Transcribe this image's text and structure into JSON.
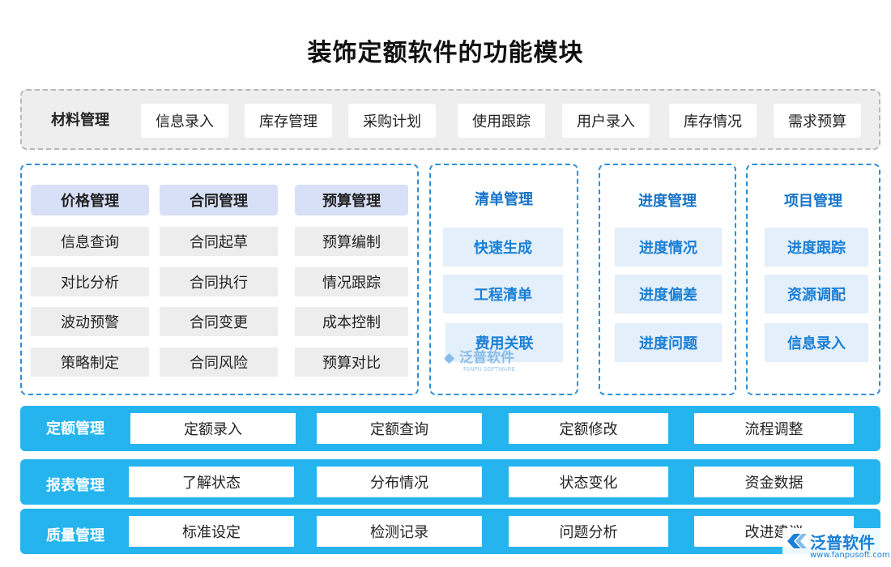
{
  "title": "装饰定额软件的功能模块",
  "materials": {
    "label": "材料管理",
    "items": [
      "信息录入",
      "库存管理",
      "采购计划",
      "使用跟踪",
      "用户录入",
      "库存情况",
      "需求预算"
    ]
  },
  "grid": {
    "headers": [
      "价格管理",
      "合同管理",
      "预算管理"
    ],
    "columns": [
      [
        "信息查询",
        "对比分析",
        "波动预警",
        "策略制定"
      ],
      [
        "合同起草",
        "合同执行",
        "合同变更",
        "合同风险"
      ],
      [
        "预算编制",
        "情况跟踪",
        "成本控制",
        "预算对比"
      ]
    ]
  },
  "panels": [
    {
      "title": "清单管理",
      "items": [
        "快速生成",
        "工程清单",
        "费用关联"
      ]
    },
    {
      "title": "进度管理",
      "items": [
        "进度情况",
        "进度偏差",
        "进度问题"
      ]
    },
    {
      "title": "项目管理",
      "items": [
        "进度跟踪",
        "资源调配",
        "信息录入"
      ]
    }
  ],
  "bars": [
    {
      "label": "定额管理",
      "items": [
        "定额录入",
        "定额查询",
        "定额修改",
        "流程调整"
      ]
    },
    {
      "label": "报表管理",
      "items": [
        "了解状态",
        "分布情况",
        "状态变化",
        "资金数据"
      ]
    },
    {
      "label": "质量管理",
      "items": [
        "标准设定",
        "检测记录",
        "问题分析",
        "改进建议"
      ]
    }
  ],
  "watermark": {
    "text": "泛普软件",
    "sub": "FANPU SOFTWARE"
  },
  "logo": {
    "text": "泛普软件",
    "url": "www.fanpusoft.com"
  },
  "colors": {
    "bar_blue": "#26b4ee",
    "panel_blue": "#2b8fd8",
    "header_tint": "#d7e0f6",
    "cell_tint": "#e3effa"
  }
}
